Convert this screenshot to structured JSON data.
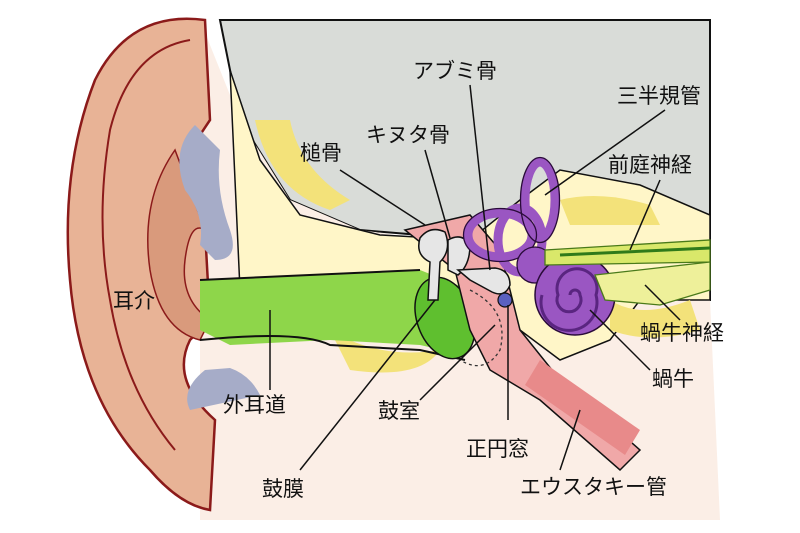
{
  "labels": {
    "pinna": "耳介",
    "ear_canal": "外耳道",
    "eardrum": "鼓膜",
    "tympanic_cavity": "鼓室",
    "malleus": "槌骨",
    "incus": "キヌタ骨",
    "stapes": "アブミ骨",
    "semicircular_canals": "三半規管",
    "vestibular_nerve": "前庭神経",
    "cochlear_nerve": "蝸牛神経",
    "cochlea": "蝸牛",
    "round_window": "正円窓",
    "eustachian_tube": "エウスタキー管"
  },
  "colors": {
    "skull": "#d9dcd8",
    "bone": "#fff6c8",
    "bone_dark": "#f3e27a",
    "skin": "#f8dfd0",
    "pinna": "#e8b396",
    "canal": "#8ed64a",
    "eardrum": "#5fbf2f",
    "tympanic": "#f0a8a8",
    "labyrinth": "#9a56c2",
    "nerve": "#d9e86a",
    "cartilage": "#a6acc8",
    "outline": "#111111"
  }
}
